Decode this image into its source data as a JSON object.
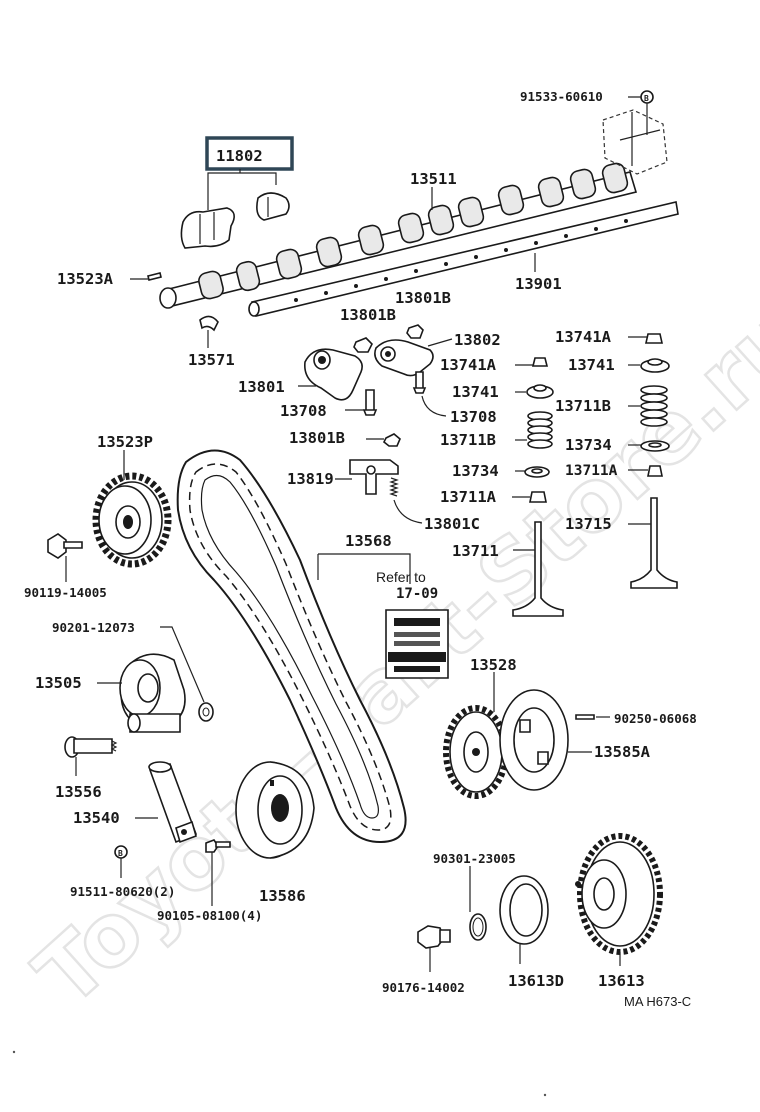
{
  "diagram": {
    "watermark": "Toyota-Part-Store.ru",
    "drawing_code": "MA H673-C",
    "note": {
      "line1": "Refer to",
      "line2": "17-09"
    },
    "highlighted_part": "11802",
    "labels": {
      "p91533_60610": "91533-60610",
      "p13511": "13511",
      "p13523A": "13523A",
      "p13901": "13901",
      "p13571": "13571",
      "p13801B_a": "13801B",
      "p13801B_b": "13801B",
      "p13802": "13802",
      "p13741A_a": "13741A",
      "p13741A_b": "13741A",
      "p13741_a": "13741",
      "p13741_b": "13741",
      "p13801": "13801",
      "p13708_a": "13708",
      "p13708_b": "13708",
      "p13711B_a": "13711B",
      "p13711B_b": "13711B",
      "p13801B_c": "13801B",
      "p13734_a": "13734",
      "p13734_b": "13734",
      "p13819": "13819",
      "p13711A_a": "13711A",
      "p13711A_b": "13711A",
      "p13523P": "13523P",
      "p13801C": "13801C",
      "p13715": "13715",
      "p13568": "13568",
      "p13711": "13711",
      "p90119_14005": "90119-14005",
      "p90201_12073": "90201-12073",
      "p13505": "13505",
      "p13528": "13528",
      "p90250_06068": "90250-06068",
      "p13585A": "13585A",
      "p13556": "13556",
      "p13540": "13540",
      "p90301_23005": "90301-23005",
      "p91511_80620": "91511-80620(2)",
      "p13586": "13586",
      "p90105_08100": "90105-08100(4)",
      "p90176_14002": "90176-14002",
      "p13613D": "13613D",
      "p13613": "13613"
    }
  }
}
